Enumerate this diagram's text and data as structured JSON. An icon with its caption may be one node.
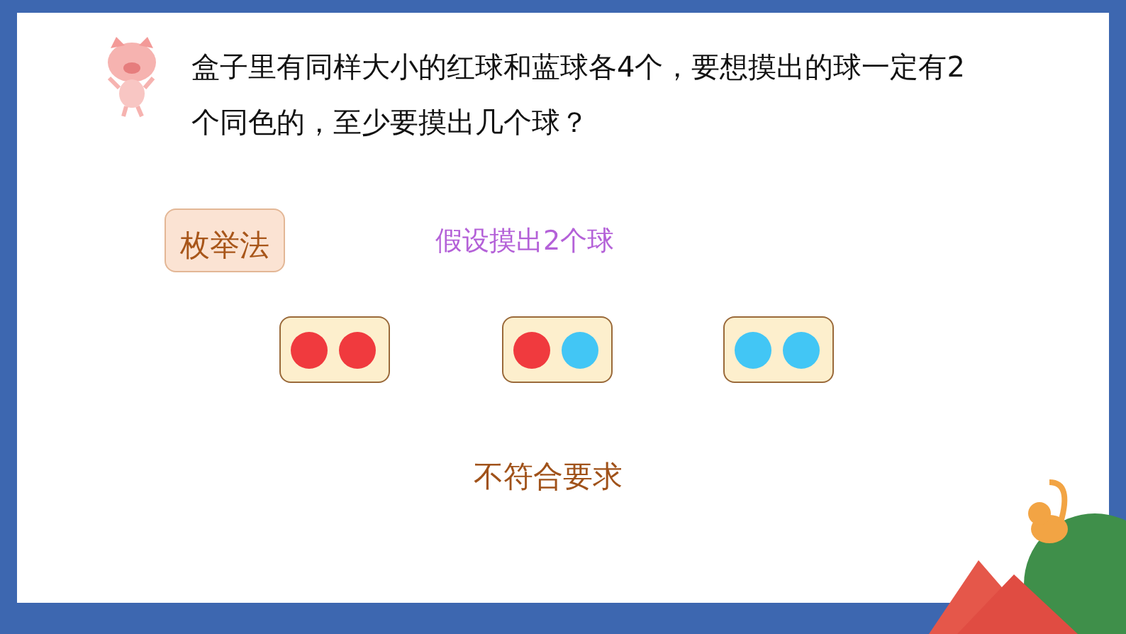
{
  "diagram": {
    "title": "盒子里有同样大小的红球和蓝球各4个，要想摸出的球一定有2个同色的，至少要摸出几个球？",
    "nodes": [
      {
        "text": [
          "枚举法"
        ]
      },
      {
        "text": [],
        "shape": "box"
      },
      {
        "text": [],
        "shape": "circle",
        "in": 1
      },
      {
        "text": [],
        "shape": "circle",
        "in": 1
      },
      {
        "text": [],
        "shape": "box"
      },
      {
        "text": [],
        "shape": "circle",
        "in": 4
      },
      {
        "text": [],
        "shape": "circle",
        "in": 4
      },
      {
        "text": [],
        "shape": "box"
      },
      {
        "text": [],
        "shape": "circle",
        "in": 7
      },
      {
        "text": [],
        "shape": "circle",
        "in": 7
      }
    ],
    "labels": [
      "假设摸出2个球",
      "不符合要求"
    ]
  }
}
